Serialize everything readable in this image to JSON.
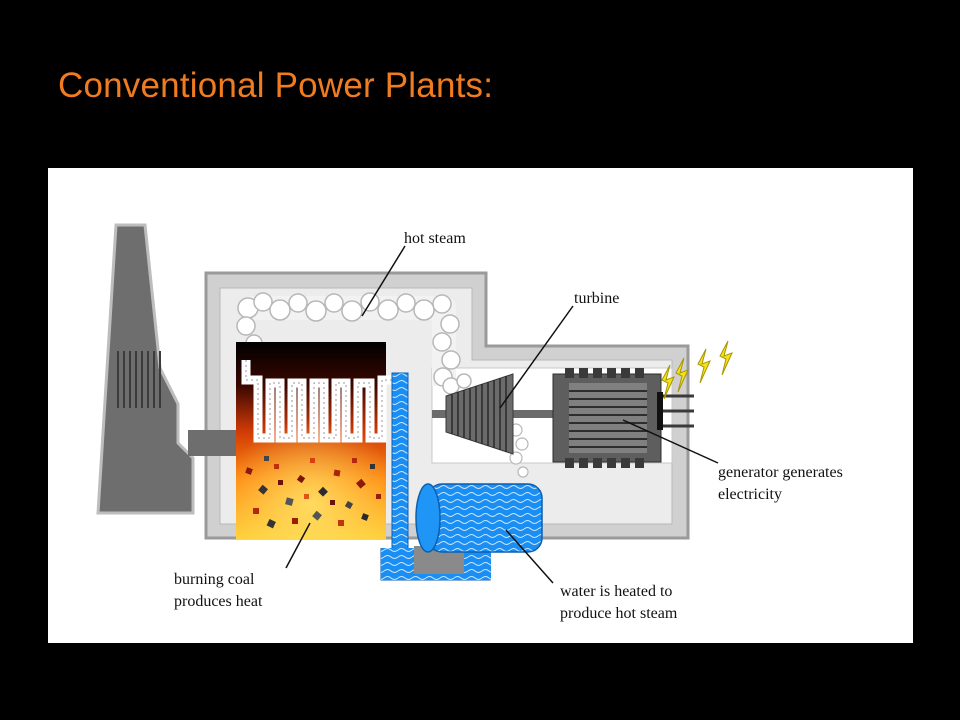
{
  "slide": {
    "title": "Conventional Power Plants:"
  },
  "diagram": {
    "labels": {
      "hot_steam": "hot steam",
      "turbine": "turbine",
      "generator_line1": "generator generates",
      "generator_line2": "electricity",
      "coal_line1": "burning coal",
      "coal_line2": "produces heat",
      "water_line1": "water is heated to",
      "water_line2": "produce hot steam"
    }
  }
}
